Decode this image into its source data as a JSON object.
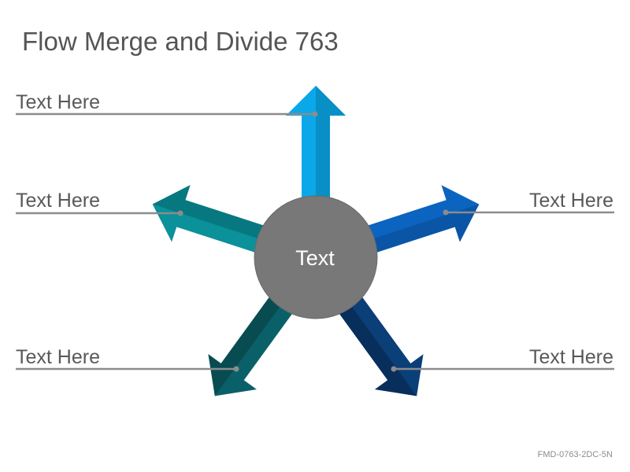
{
  "title": "Flow Merge and Divide 763",
  "center": {
    "label": "Text",
    "color": "#787878"
  },
  "arrows": [
    {
      "id": "up",
      "color": "#0aa8e8",
      "shade": "#088fc6"
    },
    {
      "id": "right",
      "color": "#0b64c0",
      "shade": "#0a55a5"
    },
    {
      "id": "lower-right",
      "color": "#0a3f78",
      "shade": "#082f5c"
    },
    {
      "id": "lower-left",
      "color": "#0a6068",
      "shade": "#084c52"
    },
    {
      "id": "left",
      "color": "#0a919a",
      "shade": "#087880"
    }
  ],
  "labels": [
    {
      "text": "Text Here"
    },
    {
      "text": "Text Here"
    },
    {
      "text": "Text Here"
    },
    {
      "text": "Text Here"
    },
    {
      "text": "Text Here"
    }
  ],
  "line_color": "#8c8c8c",
  "footer": "FMD-0763-2DC-5N"
}
